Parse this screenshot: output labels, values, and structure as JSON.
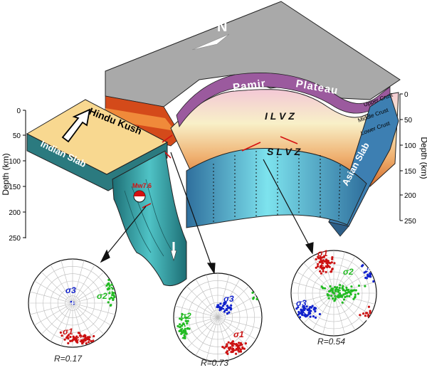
{
  "compass": {
    "label": "N"
  },
  "labels": {
    "pamir": "Pamir",
    "plateau": "Plateau",
    "hindu_kush": "Hindu Kush",
    "indian_slab": "Indian Slab",
    "asian_slab": "Asian Slab",
    "ilvz": "I L V Z",
    "slvz": "S L V Z",
    "eq": "Mw7.6",
    "upper_crust": "Upper Crust",
    "middle_crust": "Middle Crust",
    "lower_crust": "Lower Crust"
  },
  "left_axis": {
    "title": "Depth (km)",
    "ticks": [
      "0",
      "50",
      "100",
      "150",
      "200",
      "250"
    ]
  },
  "right_axis": {
    "title": "Depth (km)",
    "ticks": [
      "0",
      "50",
      "100",
      "150",
      "200",
      "250"
    ]
  },
  "stereonets": [
    {
      "r_label": "R=0.17",
      "s1": "σ1",
      "s2": "σ2",
      "s3": "σ3"
    },
    {
      "r_label": "R=0.73",
      "s1": "σ1",
      "s2": "σ2",
      "s3": "σ3"
    },
    {
      "r_label": "R=0.54",
      "s1": "σ1",
      "s2": "σ2",
      "s3": "σ3"
    }
  ],
  "colors": {
    "sigma1": "#cc1111",
    "sigma2": "#22bb22",
    "sigma3": "#1122cc",
    "slab": "#2f8f95",
    "indian_top": "#f8d890",
    "pamir_band": "#9b5a9e"
  }
}
